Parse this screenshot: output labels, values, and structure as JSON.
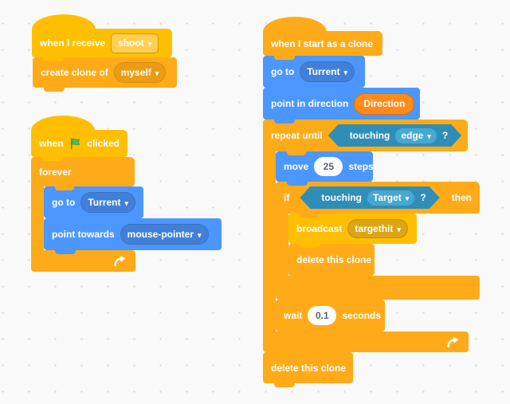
{
  "ui": {
    "caret": "▾"
  },
  "colors": {
    "motion": "#4C97FF",
    "motion_dark": "#4280D7",
    "events": "#FFBF00",
    "events_field": "#FFCF52",
    "events_pill": "#DCA515",
    "control": "#FFAB19",
    "control_pill": "#EC9C13",
    "sensing": "#5CB1D6",
    "sensing_pill": "#47A8D1",
    "sensing_border": "#2E8EB8",
    "variables": "#FF8C1A",
    "flag_green": "#4CBF56",
    "background": "#F9F9F9"
  },
  "s1": {
    "when_receive": "when I receive",
    "shoot": "shoot",
    "create_clone_of": "create clone of",
    "myself": "myself"
  },
  "s2": {
    "when": "when",
    "clicked": "clicked",
    "forever": "forever",
    "go_to": "go to",
    "turrent": "Turrent",
    "point_towards": "point towards",
    "mouse_pointer": "mouse-pointer"
  },
  "s3": {
    "hat": "when I start as a clone",
    "go_to": "go to",
    "turrent": "Turrent",
    "point_in_direction": "point in direction",
    "direction": "Direction",
    "repeat_until": "repeat until",
    "touching": "touching",
    "edge": "edge",
    "q": "?",
    "move": "move",
    "move_value": "25",
    "steps": "steps",
    "if": "if",
    "touching2": "touching",
    "target": "Target",
    "q2": "?",
    "then": "then",
    "broadcast": "broadcast",
    "targethit": "targethit",
    "delete_clone": "delete this clone",
    "wait": "wait",
    "wait_value": "0.1",
    "seconds": "seconds",
    "delete_clone2": "delete this clone"
  }
}
